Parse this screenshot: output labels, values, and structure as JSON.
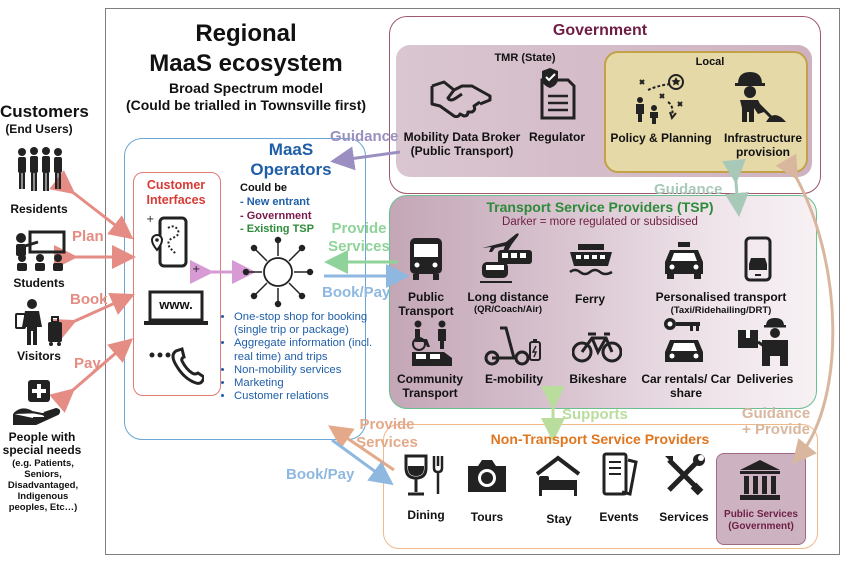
{
  "title": {
    "line1": "Regional",
    "line2": "MaaS ecosystem",
    "line3": "Broad Spectrum model",
    "line4": "(Could be trialled in Townsville first)"
  },
  "customers": {
    "heading": "Customers",
    "subheading": "(End Users)",
    "groups": [
      {
        "label": "Residents"
      },
      {
        "label": "Students"
      },
      {
        "label": "Visitors"
      },
      {
        "label": "People with special needs",
        "note": "(e.g. Patients, Seniors, Disadvantaged, Indigenous peoples, Etc…)"
      }
    ]
  },
  "actions": {
    "plan": "Plan",
    "book": "Book",
    "pay": "Pay"
  },
  "operators": {
    "title": "MaaS Operators",
    "could_be": "Could be",
    "options": [
      {
        "text": "New entrant",
        "color": "#1f5ea8"
      },
      {
        "text": "Government",
        "color": "#7a1a4a"
      },
      {
        "text": "Existing TSP",
        "color": "#2e8b3a"
      }
    ],
    "customer_interfaces": "Customer Interfaces",
    "web_label": "www.",
    "features": [
      "One-stop shop for booking (single trip or package)",
      "Aggregate information (incl. real time) and trips",
      "Non-mobility services",
      "Marketing",
      "Customer relations"
    ]
  },
  "government": {
    "title": "Government",
    "tmr": "TMR (State)",
    "local": "Local",
    "items": [
      {
        "label": "Mobility Data Broker (Public Transport)",
        "icon": "handshake-icon"
      },
      {
        "label": "Regulator",
        "icon": "regulator-document-icon"
      },
      {
        "label": "Policy & Planning",
        "icon": "strategy-icon"
      },
      {
        "label": "Infrastructure provision",
        "icon": "construction-worker-icon"
      }
    ]
  },
  "tsp": {
    "title": "Transport Service Providers (TSP)",
    "subtitle": "Darker = more regulated or subsidised",
    "items": [
      {
        "label": "Public Transport",
        "icon": "bus-icon"
      },
      {
        "label": "Long distance",
        "sub": "(QR/Coach/Air)",
        "icon": "plane-train-icon"
      },
      {
        "label": "Ferry",
        "icon": "ferry-icon"
      },
      {
        "label": "Personalised transport",
        "sub": "(Taxi/Ridehailing/DRT)",
        "icon": "taxi-phone-icon"
      },
      {
        "label": "Community Transport",
        "icon": "accessible-van-icon"
      },
      {
        "label": "E-mobility",
        "icon": "scooter-icon"
      },
      {
        "label": "Bikeshare",
        "icon": "bicycle-icon"
      },
      {
        "label": "Car rentals/ Car share",
        "icon": "car-key-icon"
      },
      {
        "label": "Deliveries",
        "icon": "delivery-icon"
      }
    ]
  },
  "ntsp": {
    "title": "Non-Transport Service Providers",
    "items": [
      {
        "label": "Dining",
        "icon": "dining-icon"
      },
      {
        "label": "Tours",
        "icon": "camera-icon"
      },
      {
        "label": "Stay",
        "icon": "bed-icon"
      },
      {
        "label": "Events",
        "icon": "ticket-icon"
      },
      {
        "label": "Services",
        "icon": "tools-icon"
      },
      {
        "label": "Public Services (Government)",
        "icon": "government-building-icon"
      }
    ]
  },
  "relations": {
    "guidance": "Guidance",
    "provide_services": "Provide Services",
    "book_pay": "Book/Pay",
    "supports": "Supports",
    "guidance_provide": "Guidance + Provide"
  },
  "colors": {
    "blue": "#1f5ea8",
    "maroon": "#6e1e45",
    "green": "#2e8b3a",
    "orange": "#e0761f",
    "salmon": "#e58c84",
    "purple_arrow": "#9a8fc0"
  }
}
